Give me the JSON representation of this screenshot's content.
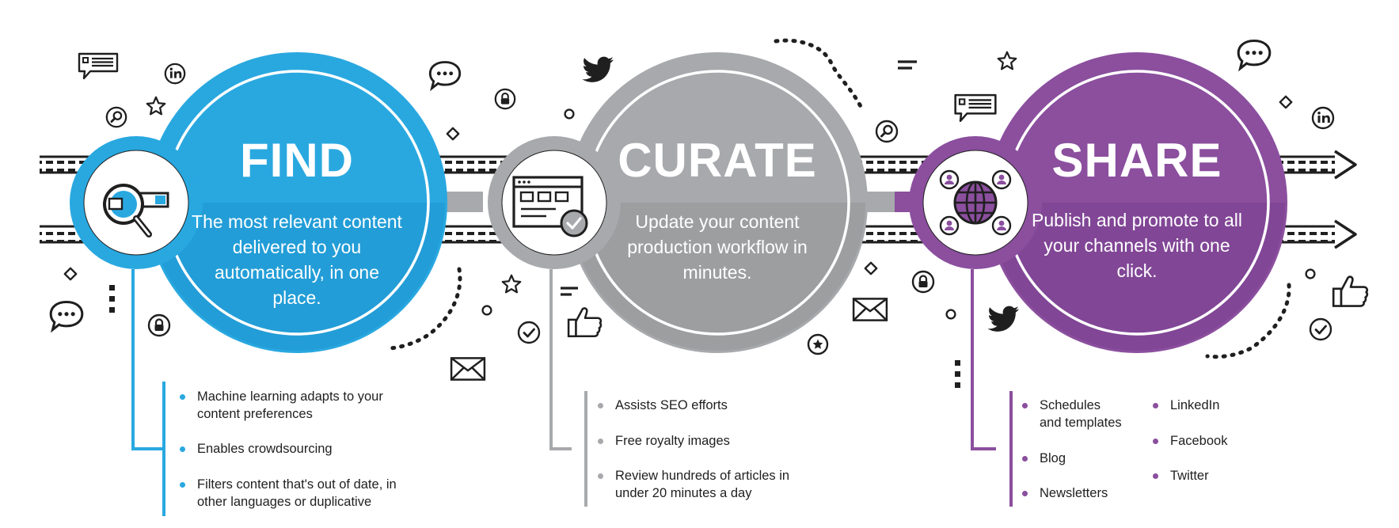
{
  "colors": {
    "find": "#29a8e0",
    "find_dark": "#1e94cf",
    "curate": "#a7a9ac",
    "curate_dark": "#939598",
    "share": "#8b4f9e",
    "share_dark": "#7a3f90",
    "ink": "#1f1f1f"
  },
  "find": {
    "title": "FIND",
    "description": "The most relevant content delivered to you automatically, in one place.",
    "icon": "search-bar-magnifier-icon",
    "bullets": [
      "Machine learning adapts to your\ncontent preferences",
      "Enables crowdsourcing",
      "Filters content that's out of date, in\nother languages or duplicative"
    ]
  },
  "curate": {
    "title": "CURATE",
    "description": "Update your content production workflow in minutes.",
    "icon": "browser-checkmark-icon",
    "bullets": [
      "Assists SEO efforts",
      "Free royalty images",
      "Review hundreds of articles in\nunder 20 minutes a day"
    ]
  },
  "share": {
    "title": "SHARE",
    "description": "Publish and promote to all your channels with one click.",
    "icon": "globe-network-icon",
    "bullets_col1": [
      "Schedules\nand templates",
      "Blog",
      "Newsletters"
    ],
    "bullets_col2": [
      "LinkedIn",
      "Facebook",
      "Twitter"
    ]
  },
  "decorative_icons": [
    "chat-bubble-icon",
    "linkedin-icon",
    "star-icon",
    "search-icon",
    "lock-icon",
    "twitter-bird-icon",
    "thumbs-up-icon",
    "envelope-icon",
    "checkmark-icon",
    "diamond-icon",
    "message-board-icon"
  ]
}
